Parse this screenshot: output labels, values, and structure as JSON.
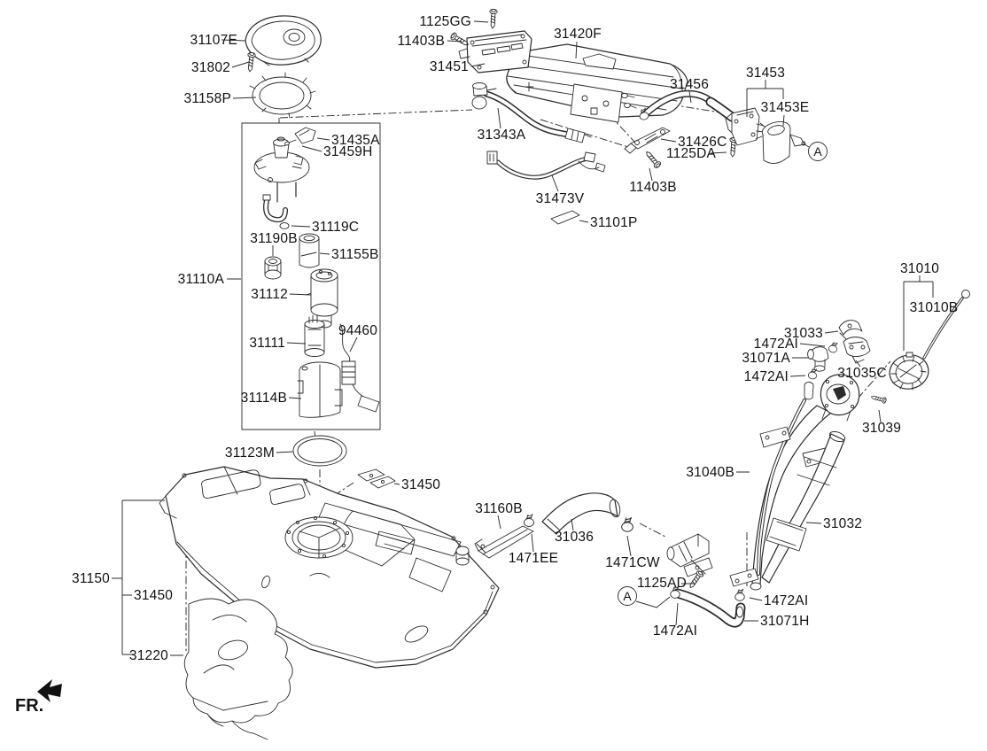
{
  "colors": {
    "line": "#2b2b2b",
    "label_text": "#111111",
    "background": "#ffffff"
  },
  "front_indicator": "FR.",
  "detail_markers": [
    "A",
    "A"
  ],
  "parts": [
    "31107E",
    "31802",
    "31158P",
    "1125GG",
    "11403B",
    "31451",
    "31420F",
    "31343A",
    "31456",
    "31453",
    "31453E",
    "31426C",
    "1125DA",
    "11403B",
    "31473V",
    "31101P",
    "31435A",
    "31459H",
    "31110A",
    "31119C",
    "31190B",
    "31155B",
    "31112",
    "31111",
    "94460",
    "31114B",
    "31123M",
    "31450",
    "31160B",
    "31036",
    "1471EE",
    "1471CW",
    "31150",
    "31450",
    "31220",
    "1125AD",
    "1472AI",
    "31071H",
    "1472AI",
    "31040B",
    "31032",
    "31010",
    "31010B",
    "31033",
    "1472AI",
    "31071A",
    "1472AI",
    "31035C",
    "31039"
  ]
}
